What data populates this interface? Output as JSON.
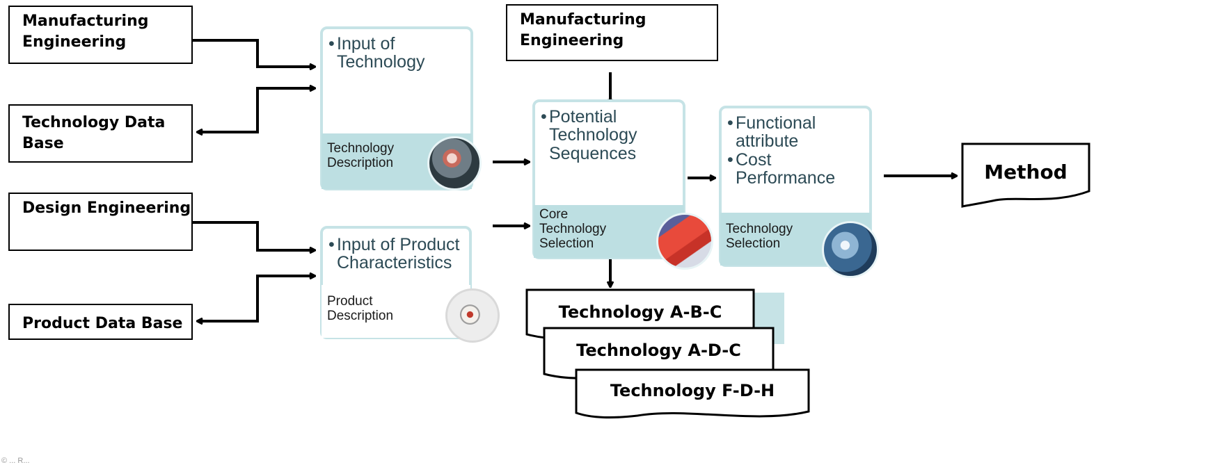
{
  "sources": {
    "mfg_left": "Manufacturing Engineering",
    "tech_db": "Technology Data Base",
    "design_eng": "Design Engineering",
    "product_db": "Product Data Base",
    "mfg_top": "Manufacturing Engineering"
  },
  "cards": {
    "input_tech": {
      "top": "Input of Technology",
      "bottom": "Technology Description"
    },
    "input_product": {
      "top": "Input of Product Characteristics",
      "bottom": "Product Description"
    },
    "potential": {
      "top": "Potential Technology Sequences",
      "bottom": "Core Technology Selection"
    },
    "functional": {
      "top_1": "Functional attribute",
      "top_2": "Cost Performance",
      "bottom": "Technology Selection"
    }
  },
  "sequences": [
    "Technology A-B-C",
    "Technology A-D-C",
    "Technology F-D-H"
  ],
  "output": {
    "label": "Method"
  },
  "footer": "© ... R...",
  "colors": {
    "card_border": "#c6e3e6",
    "card_fill": "#bddfe2",
    "card_text": "#2c4a55"
  },
  "icons": [
    "photo-thumbnail-icon",
    "sketch-thumbnail-icon",
    "brochure-thumbnail-icon",
    "touch-interface-thumbnail-icon"
  ]
}
